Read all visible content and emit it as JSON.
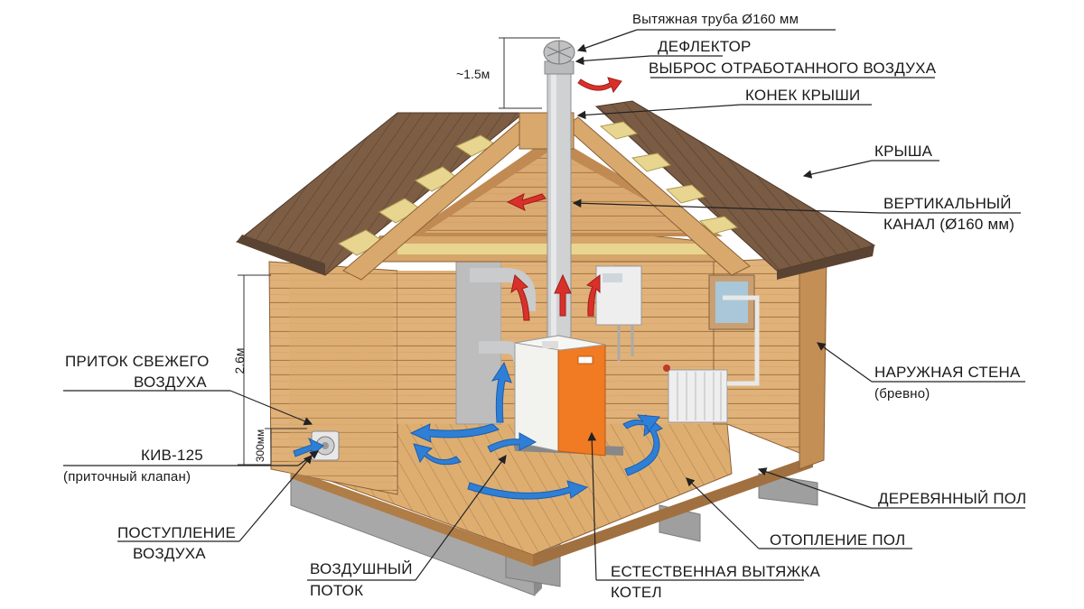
{
  "labels": {
    "exhaust_pipe": "Вытяжная труба Ø160 мм",
    "deflector": "ДЕФЛЕКТОР",
    "air_release": "ВЫБРОС ОТРАБОТАННОГО ВОЗДУХА",
    "ridge": "КОНЕК КРЫШИ",
    "roof": "КРЫША",
    "vertical_channel_1": "ВЕРТИКАЛЬНЫЙ",
    "vertical_channel_2": "КАНАЛ (Ø160 мм)",
    "outer_wall_1": "НАРУЖНАЯ СТЕНА",
    "outer_wall_2": "(бревно)",
    "wood_floor": "ДЕРЕВЯННЫЙ ПОЛ",
    "heating_floor": "ОТОПЛЕНИЕ   ПОЛ",
    "natural_draft": "ЕСТЕСТВЕННАЯ ВЫТЯЖКА",
    "boiler": "КОТЕЛ",
    "air_flow_1": "ВОЗДУШНЫЙ",
    "air_flow_2": "ПОТОК",
    "air_intake_1": "ПОСТУПЛЕНИЕ",
    "air_intake_2": "ВОЗДУХА",
    "kiv_1": "КИВ-125",
    "kiv_2": "(приточный клапан)",
    "fresh_air_1": "ПРИТОК СВЕЖЕГО",
    "fresh_air_2": "ВОЗДУХА"
  },
  "dimensions": {
    "pipe_height": "~1.5м",
    "wall_height": "2.6м",
    "valve_height": "300мм"
  },
  "colors": {
    "wood_light": "#e2b77a",
    "wood_mid": "#c9955a",
    "wood_dark": "#9a6a3a",
    "roof": "#7a5c44",
    "roof_dark": "#5b4333",
    "insulation": "#e8d590",
    "pipe": "#c9cbcd",
    "boiler": "#f07b22",
    "boiler_front": "#f2f2ef",
    "arrow_blue": "#2f7fd6",
    "arrow_red": "#d9312a",
    "foundation": "#9d9d9d",
    "leader": "#222222"
  }
}
